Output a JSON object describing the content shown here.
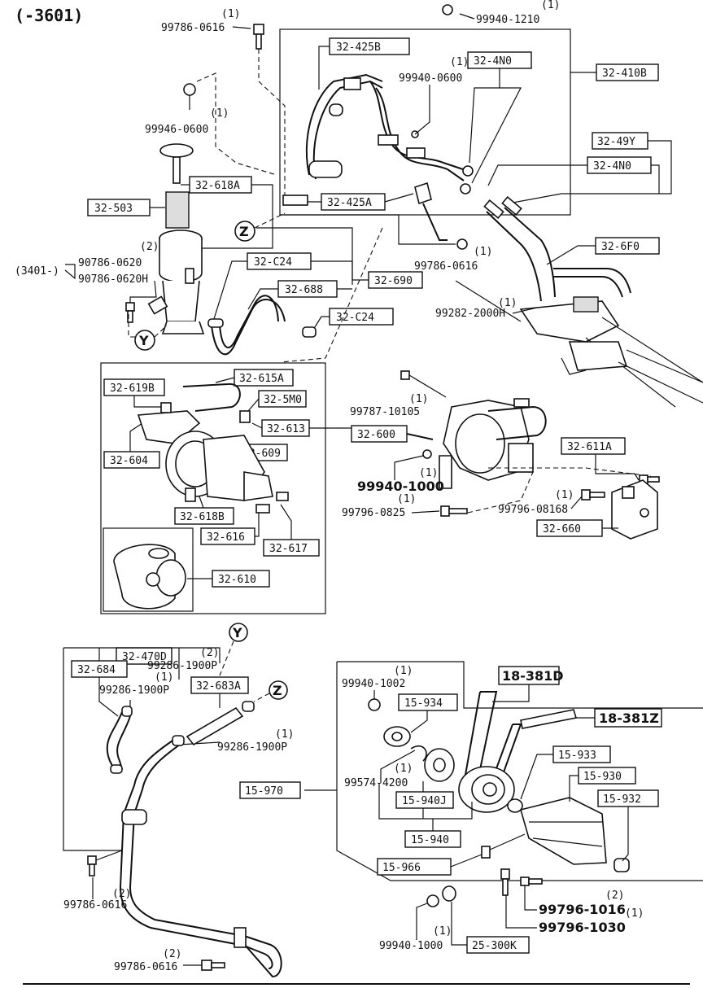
{
  "title": "(-3601)",
  "side_note": "(3401-)",
  "qty_1": "(1)",
  "qty_2": "(2)",
  "callout_y": "Y",
  "callout_z": "Z",
  "part_numbers": {
    "p32_425B": "32-425B",
    "p32_4N0_a": "32-4N0",
    "p32_410B": "32-410B",
    "p32_49Y": "32-49Y",
    "p32_4N0_b": "32-4N0",
    "p32_6F0": "32-6F0",
    "p32_618A": "32-618A",
    "p32_503": "32-503",
    "p32_425A": "32-425A",
    "p32_C24_a": "32-C24",
    "p32_688": "32-688",
    "p32_690": "32-690",
    "p32_C24_b": "32-C24",
    "p32_615A": "32-615A",
    "p32_619B": "32-619B",
    "p32_5M0": "32-5M0",
    "p32_613": "32-613",
    "p32_600": "32-600",
    "p32_604": "32-604",
    "p32_609": "32-609",
    "p32_618B": "32-618B",
    "p32_616": "32-616",
    "p32_617": "32-617",
    "p32_610": "32-610",
    "p32_611A": "32-611A",
    "p32_660": "32-660",
    "p32_470D": "32-470D",
    "p32_684": "32-684",
    "p32_683A": "32-683A",
    "p18_381D": "18-381D",
    "p18_381Z": "18-381Z",
    "p15_934": "15-934",
    "p15_933": "15-933",
    "p15_930": "15-930",
    "p15_932": "15-932",
    "p15_970": "15-970",
    "p15_940J": "15-940J",
    "p15_940": "15-940",
    "p15_966": "15-966",
    "p25_300K": "25-300K"
  },
  "hardware": {
    "h99786_0616_top": "99786-0616",
    "h99940_1210": "99940-1210",
    "h99940_0600": "99940-0600",
    "h99946_0600": "99946-0600",
    "h90786_0620": "90786-0620",
    "h90786_0620H": "90786-0620H",
    "h99786_0616_mid": "99786-0616",
    "h99282_2000H": "99282-2000H",
    "h99787_10105": "99787-10105",
    "h99940_1000_mid": "99940-1000",
    "h99796_0825": "99796-0825",
    "h99796_08168": "99796-08168",
    "h99286_1900P_a": "99286-1900P",
    "h99286_1900P_b": "99286-1900P",
    "h99286_1900P_c": "99286-1900P",
    "h99786_0616_low": "99786-0616",
    "h99786_0616_bot": "99786-0616",
    "h99940_1002": "99940-1002",
    "h99574_4200": "99574-4200",
    "h99796_1016": "99796-1016",
    "h99796_1030": "99796-1030",
    "h99940_1000_bot": "99940-1000"
  }
}
